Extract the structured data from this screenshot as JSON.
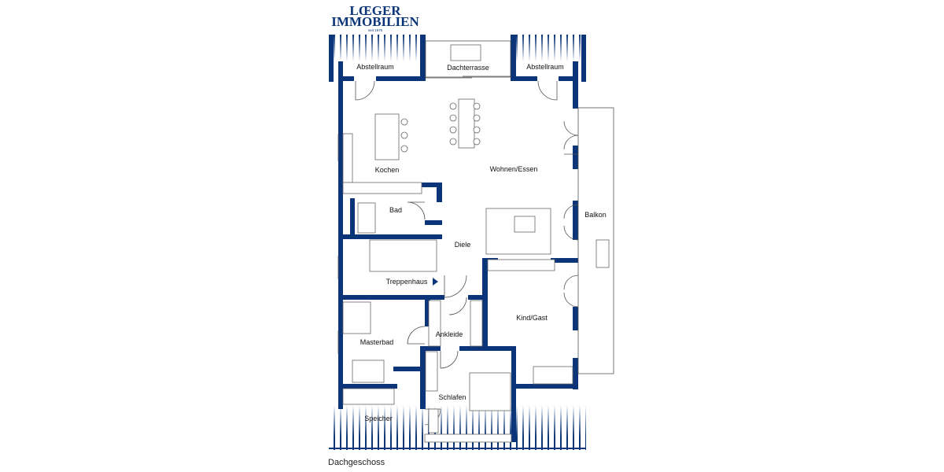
{
  "logo": {
    "line1": "LŒGER",
    "line2": "IMMOBILIEN",
    "tagline": "seit 1976"
  },
  "colors": {
    "walls": "#0b3578",
    "background": "#ffffff"
  },
  "rooms": {
    "abstellraum_left": "Abstellraum",
    "dachterrasse": "Dachterrasse",
    "abstellraum_right": "Abstellraum",
    "kochen": "Kochen",
    "wohnen_essen": "Wohnen/Essen",
    "bad": "Bad",
    "balkon": "Balkon",
    "diele": "Diele",
    "treppenhaus": "Treppenhaus",
    "kind_gast": "Kind/Gast",
    "ankleide": "Ankleide",
    "masterbad": "Masterbad",
    "schlafen": "Schlafen",
    "speicher": "Speicher"
  },
  "caption": "Dachgeschoss"
}
